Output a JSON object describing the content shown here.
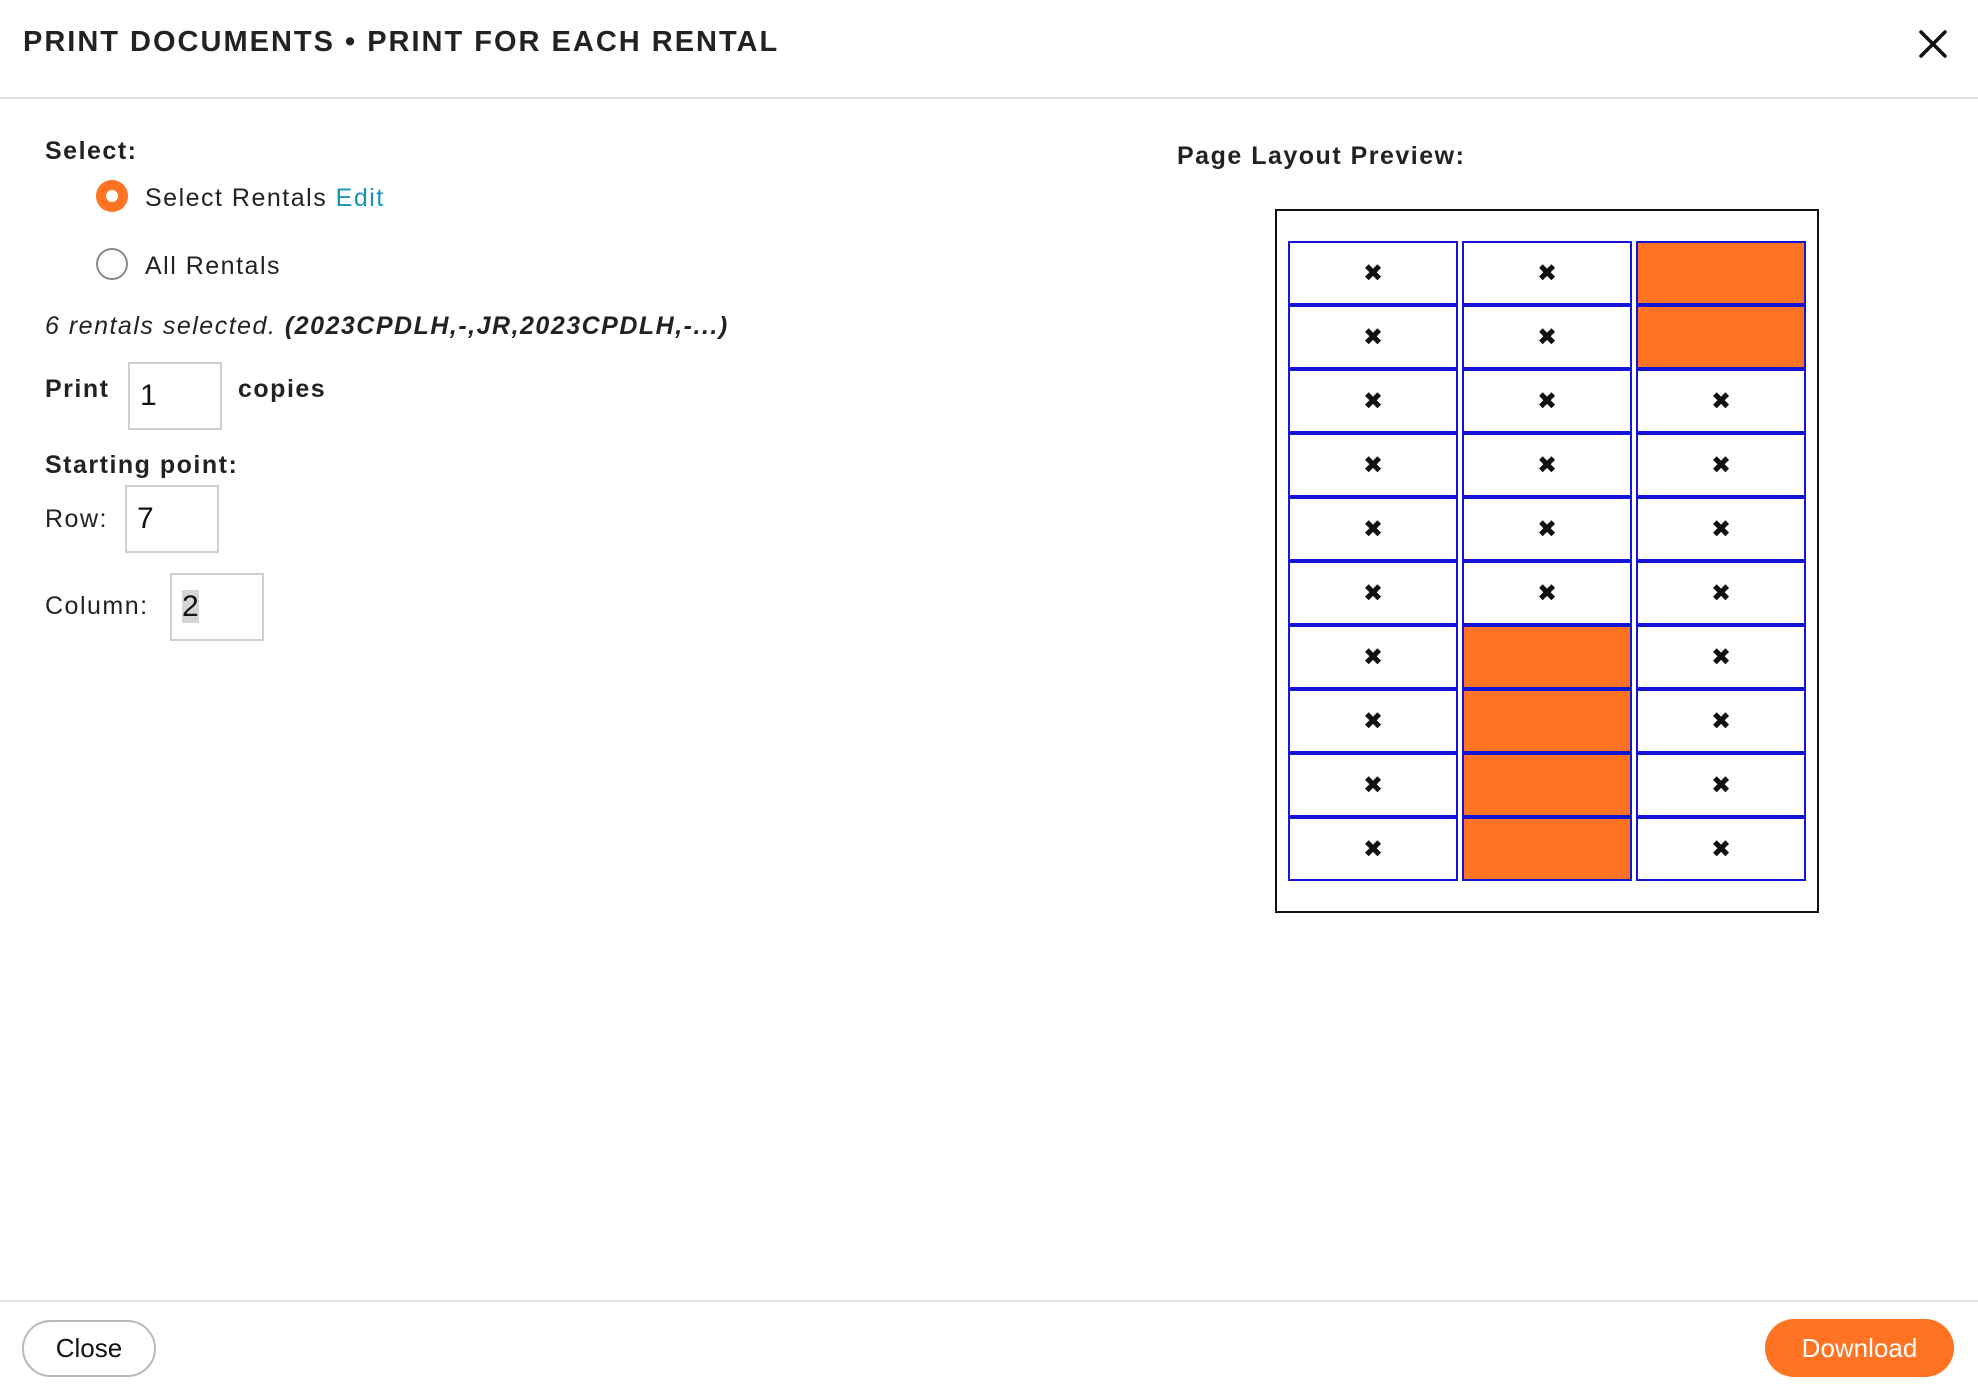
{
  "dialog": {
    "title": "PRINT DOCUMENTS • PRINT FOR EACH RENTAL",
    "close_icon": "close-icon"
  },
  "form": {
    "select_label": "Select:",
    "options": [
      {
        "label": "Select Rentals",
        "link": "Edit",
        "checked": true
      },
      {
        "label": "All Rentals",
        "checked": false
      }
    ],
    "summary_prefix": "6 rentals selected. ",
    "summary_ids": "(2023CPDLH,-,JR,2023CPDLH,-...)",
    "print_label": "Print",
    "copies_value": "1",
    "copies_label": "copies",
    "starting_point_label": "Starting point:",
    "row_label": "Row:",
    "row_value": "7",
    "column_label": "Column:",
    "column_value": "2"
  },
  "preview": {
    "label": "Page Layout Preview:",
    "rows": 10,
    "columns": 3,
    "skipped_mark": "✖",
    "filled_color": "#ff7322",
    "border_color": "#1414d6",
    "filled_cells": [
      [
        1,
        3
      ],
      [
        2,
        3
      ],
      [
        7,
        2
      ],
      [
        8,
        2
      ],
      [
        9,
        2
      ],
      [
        10,
        2
      ]
    ]
  },
  "footer": {
    "close_label": "Close",
    "download_label": "Download"
  },
  "colors": {
    "accent": "#ff7322",
    "link": "#1795b8"
  }
}
